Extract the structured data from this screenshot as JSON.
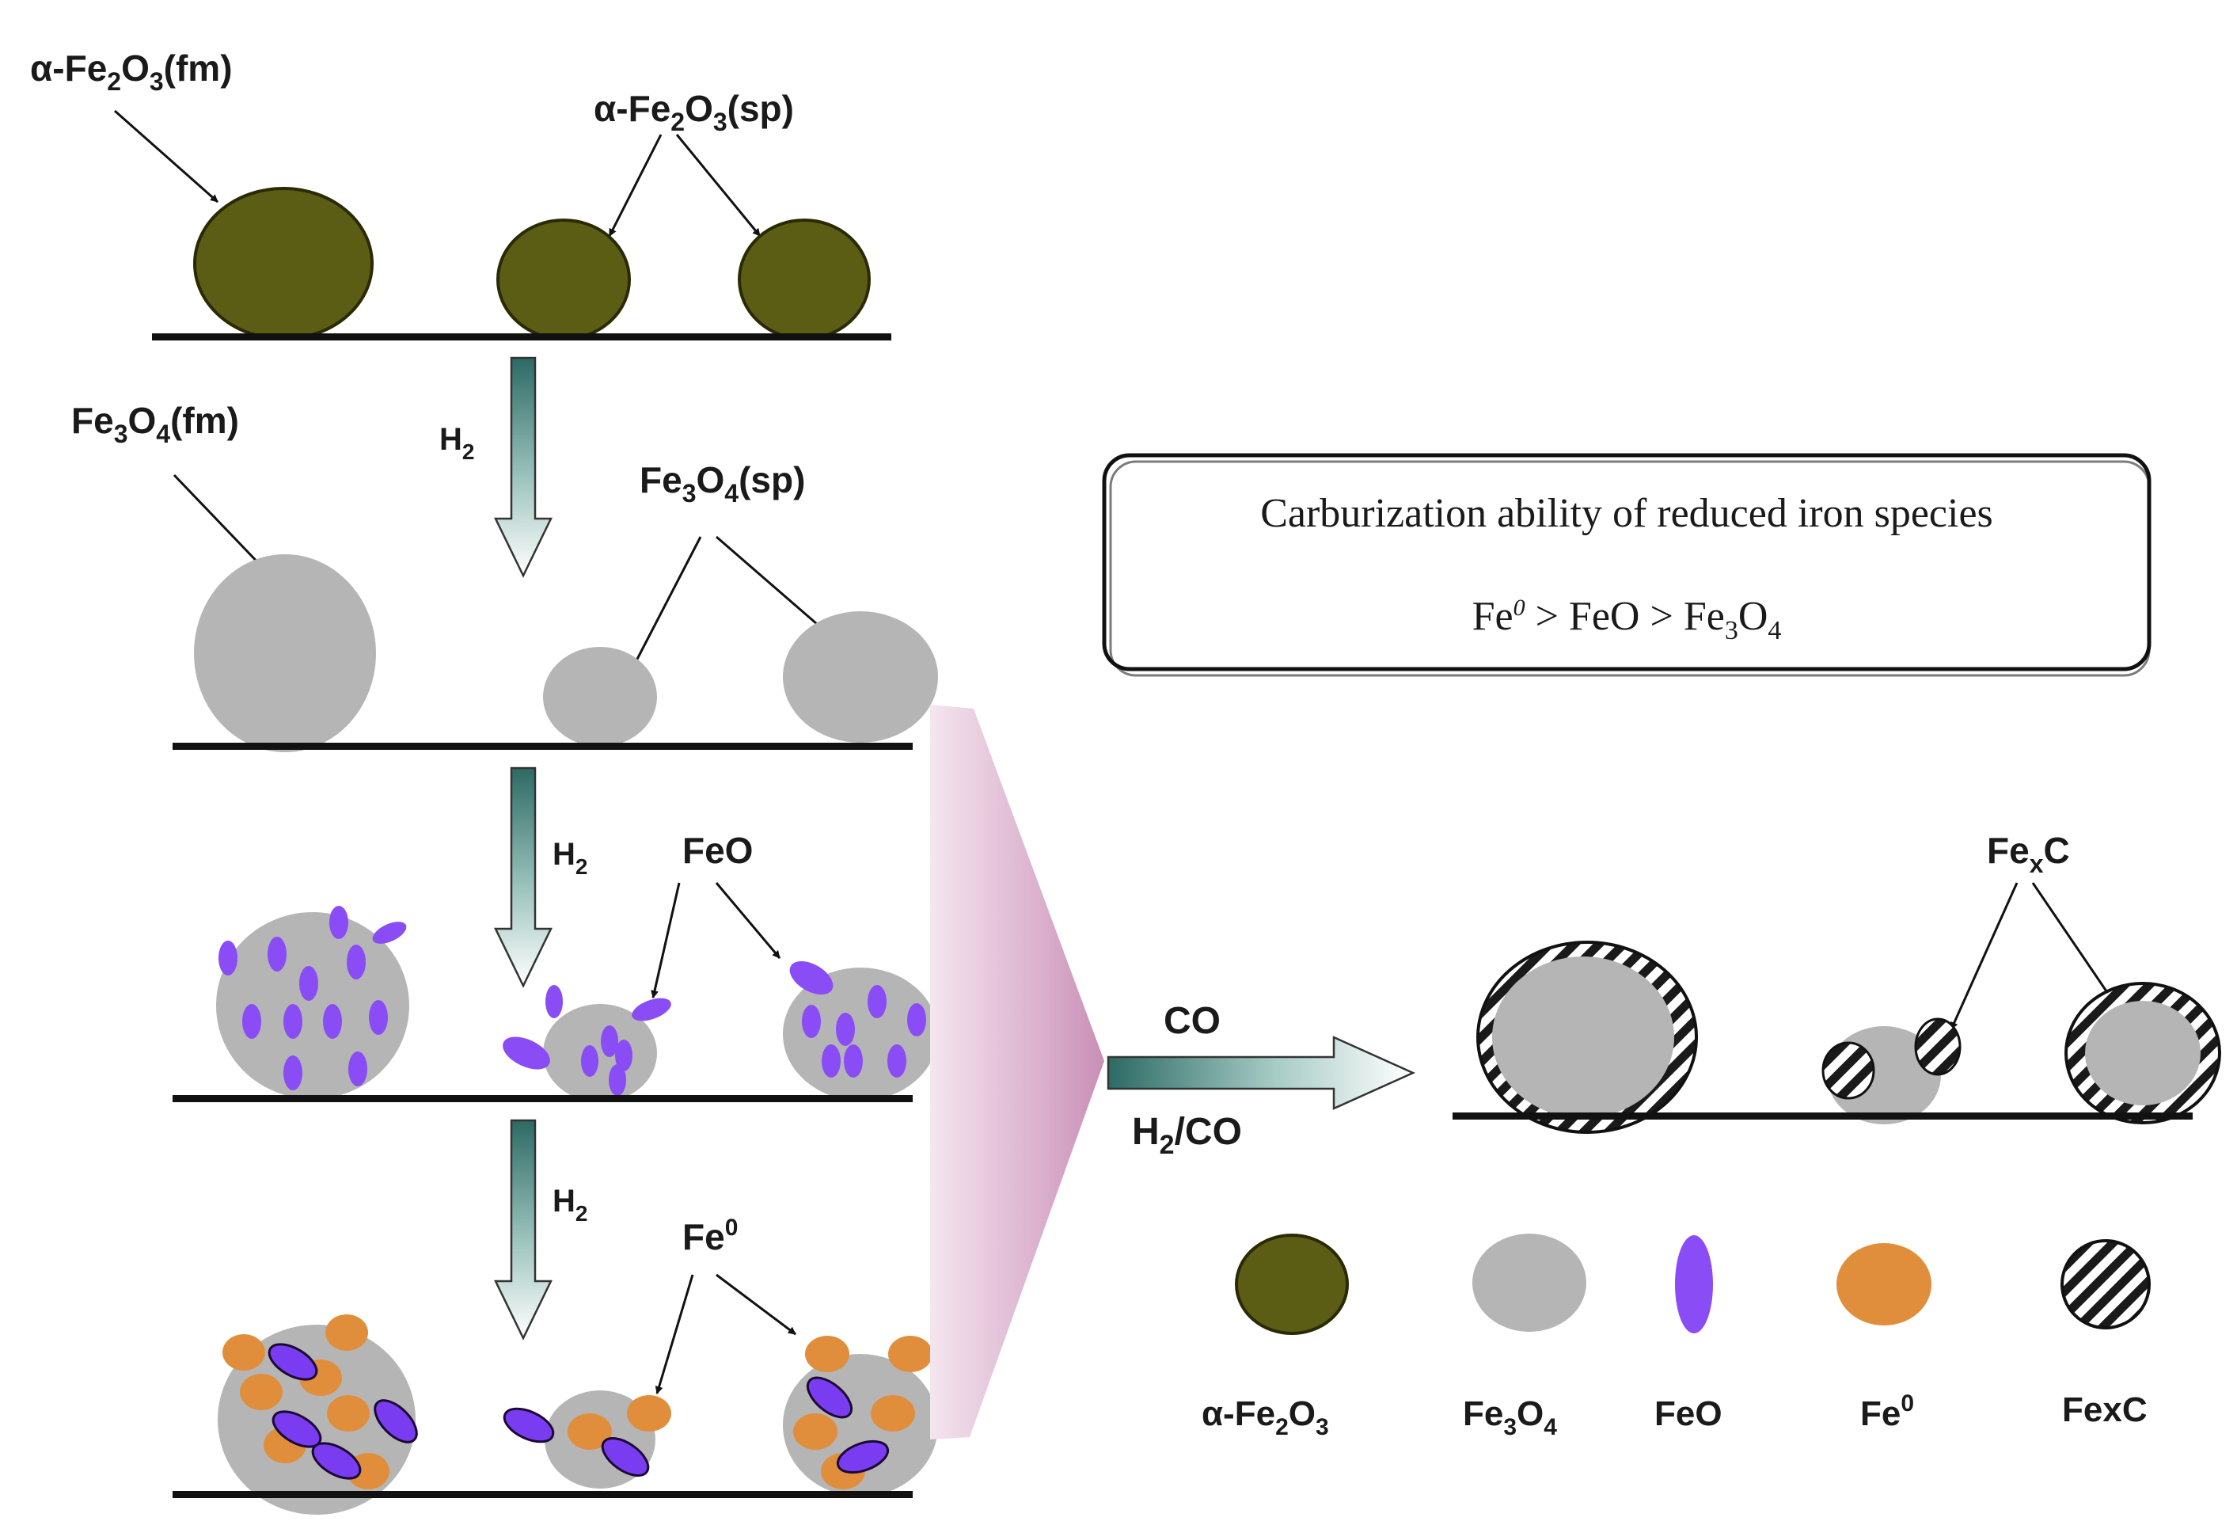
{
  "stage1": {
    "fm_label": {
      "base": "α-Fe",
      "s1": "2",
      "mid": "O",
      "s2": "3",
      "tail": "(fm)"
    },
    "sp_label": {
      "base": "α-Fe",
      "s1": "2",
      "mid": "O",
      "s2": "3",
      "tail": "(sp)"
    }
  },
  "stage2": {
    "fm_label": {
      "base": "Fe",
      "s1": "3",
      "mid": "O",
      "s2": "4",
      "tail": "(fm)"
    },
    "sp_label": {
      "base": "Fe",
      "s1": "3",
      "mid": "O",
      "s2": "4",
      "tail": "(sp)"
    }
  },
  "stage3": {
    "label": "FeO"
  },
  "stage4": {
    "label": {
      "base": "Fe",
      "sup": "0"
    }
  },
  "reduction_arrows": [
    {
      "gas": {
        "base": "H",
        "sub": "2"
      }
    },
    {
      "gas": {
        "base": "H",
        "sub": "2"
      }
    },
    {
      "gas": {
        "base": "H",
        "sub": "2"
      }
    }
  ],
  "carburization_arrow": {
    "top": "CO",
    "bottom": {
      "base": "H",
      "sub": "2",
      "tail": "/CO"
    }
  },
  "result": {
    "label": {
      "base": "Fe",
      "sub": "x",
      "tail": "C"
    }
  },
  "info_box": {
    "title": "Carburization ability of reduced iron species",
    "order": {
      "a": "Fe",
      "a_sup": "0",
      "gt1": " > FeO > Fe",
      "s1": "3",
      "mid": "O",
      "s2": "4"
    }
  },
  "legend": [
    {
      "name": "alpha-fe2o3",
      "text": {
        "base": "α-Fe",
        "s1": "2",
        "mid": "O",
        "s2": "3"
      },
      "color": "#5b5d14"
    },
    {
      "name": "fe3o4",
      "text": {
        "base": "Fe",
        "s1": "3",
        "mid": "O",
        "s2": "4"
      },
      "color": "#b5b5b5"
    },
    {
      "name": "feo",
      "text": {
        "base": "FeO"
      },
      "color": "#8a4cf5"
    },
    {
      "name": "fe0",
      "text": {
        "base": "Fe",
        "sup": "0"
      },
      "color": "#e08e3c"
    },
    {
      "name": "fexc",
      "text": {
        "base": "FexC"
      },
      "color": "hatched"
    }
  ],
  "colors": {
    "hematite": "#5b5d14",
    "magnetite": "#b5b5b5",
    "wustite": "#8a4cf5",
    "iron": "#e08e3c",
    "arrow_top": "#2f6e68",
    "funnel": "#d7a9c8"
  }
}
